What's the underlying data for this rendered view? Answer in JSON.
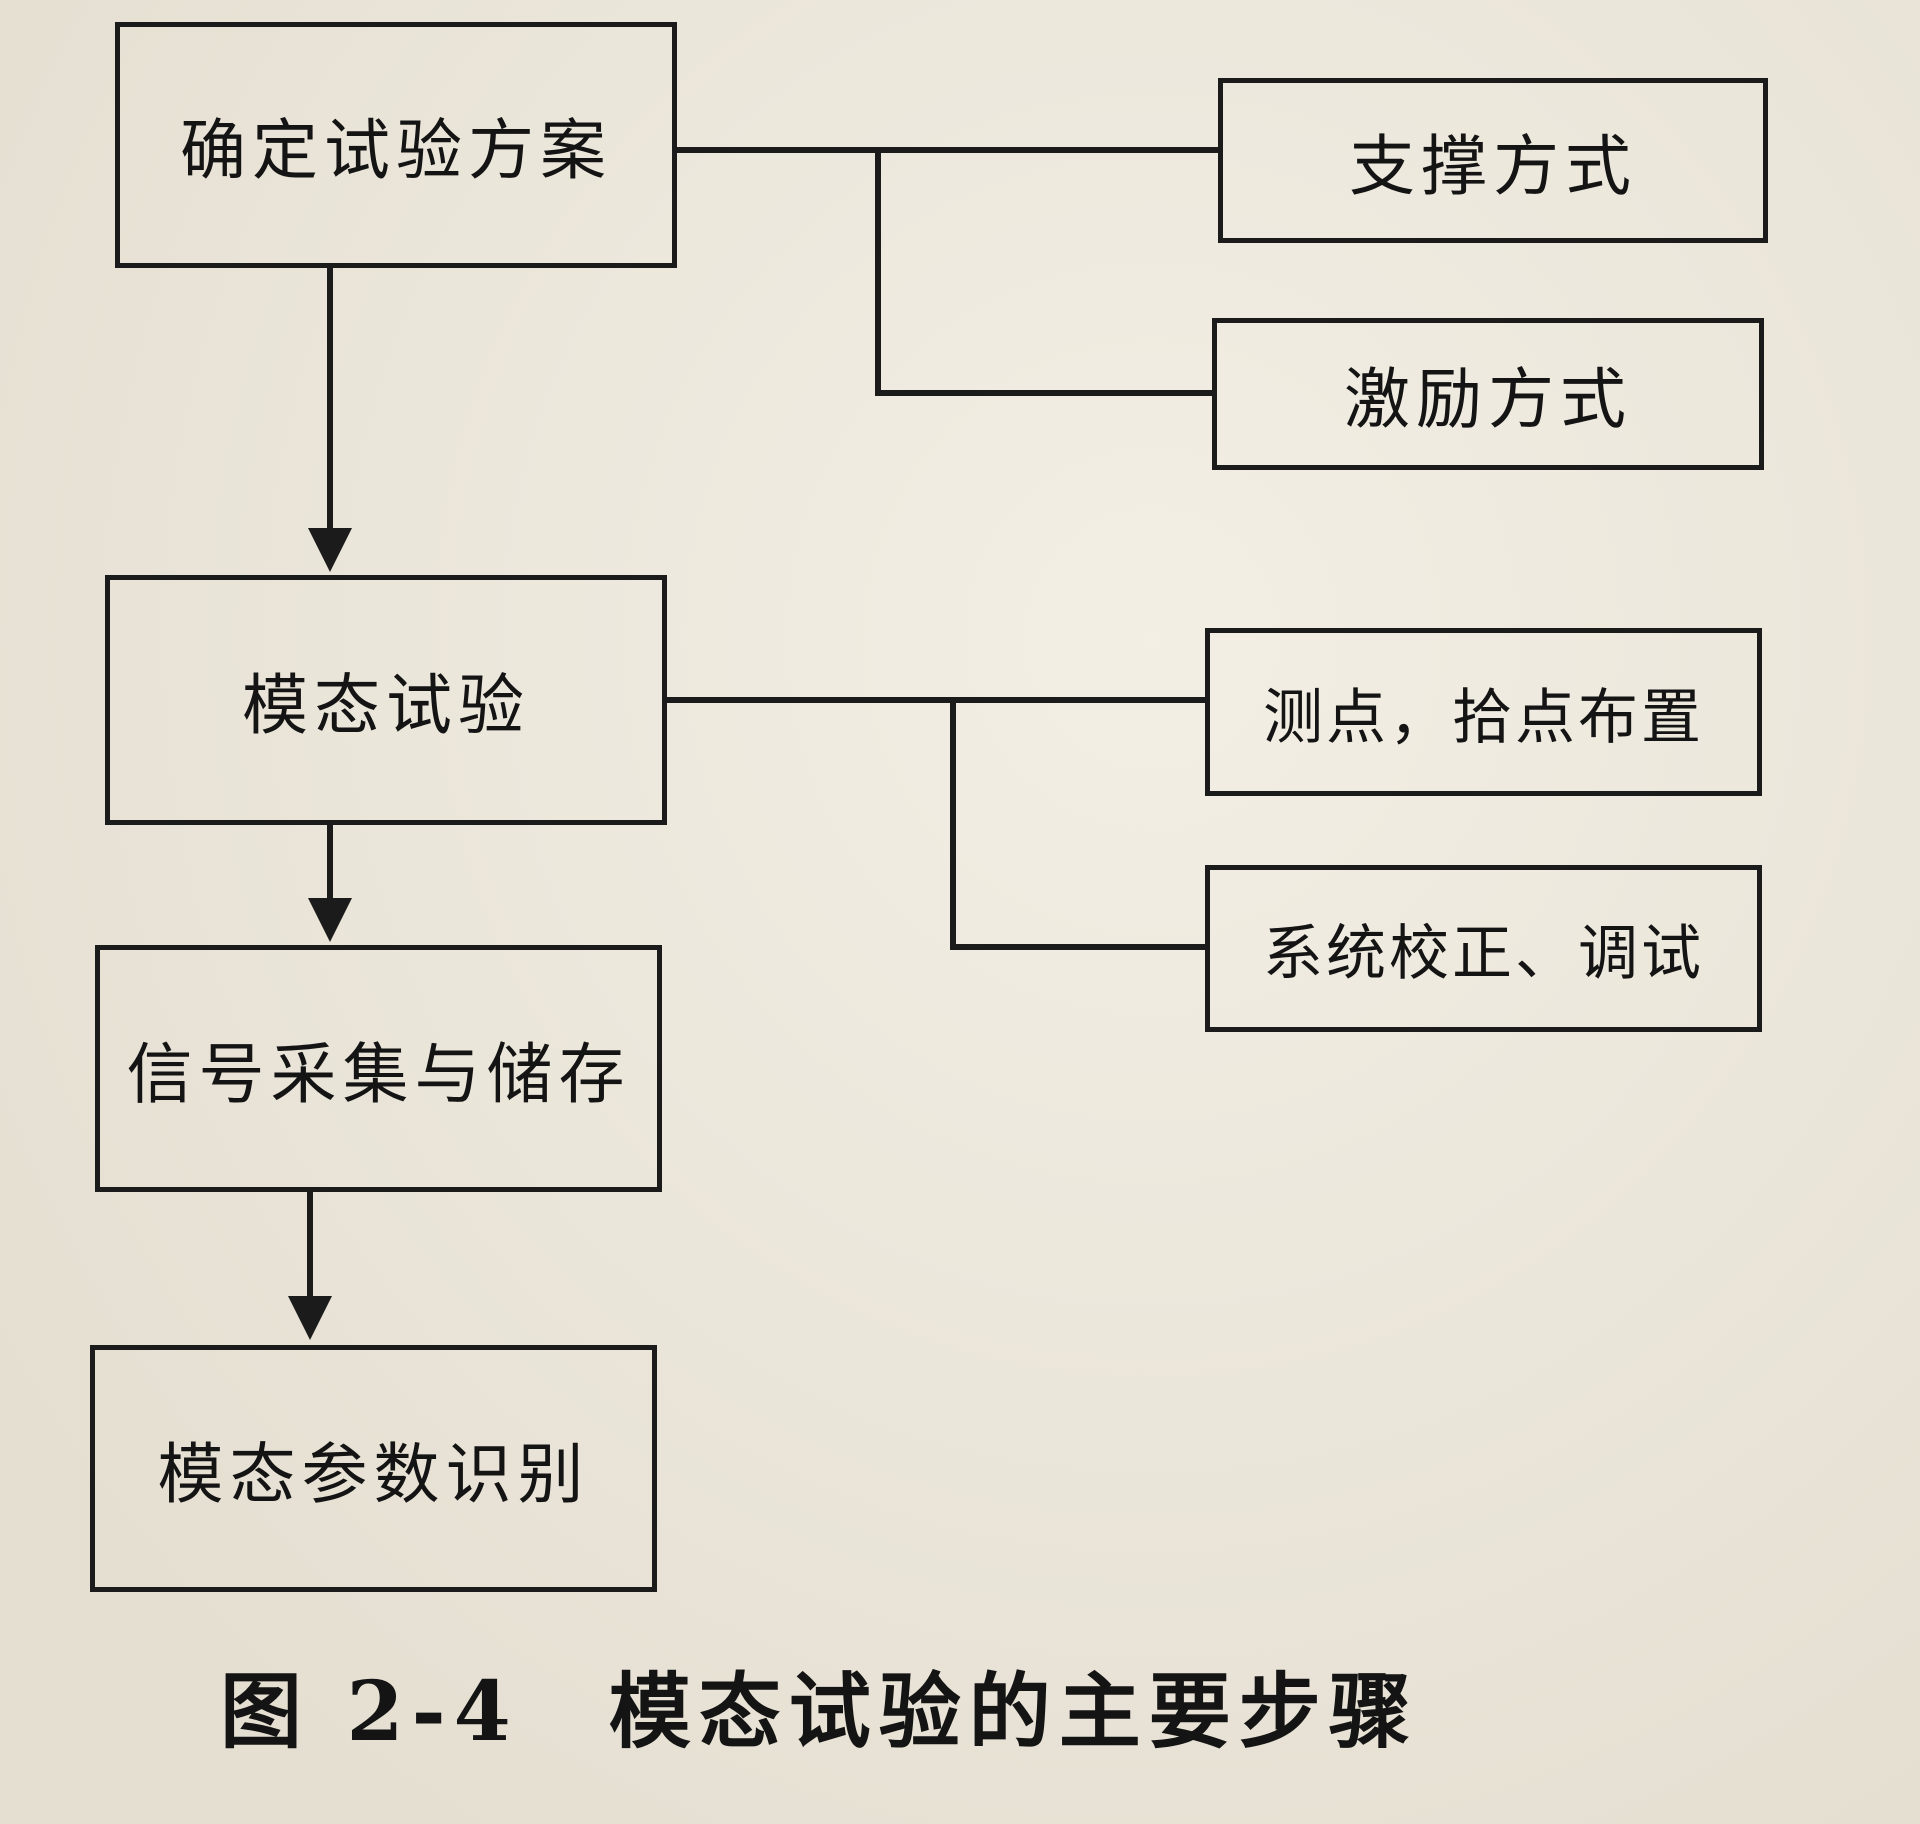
{
  "diagram": {
    "type": "flowchart",
    "caption": "图 2-4　模态试验的主要步骤",
    "colors": {
      "paper": "#ece6d8",
      "ink": "#1b1b1b"
    },
    "nodes": {
      "determine_plan": "确定试验方案",
      "support_method": "支撑方式",
      "excitation_method": "激励方式",
      "modal_test": "模态试验",
      "measurement_points": "测点，拾点布置",
      "system_calibration": "系统校正、调试",
      "signal_acquisition": "信号采集与储存",
      "modal_parameter_id": "模态参数识别"
    },
    "edges": [
      {
        "from": "determine_plan",
        "to": "support_method",
        "style": "line"
      },
      {
        "from": "determine_plan",
        "to": "excitation_method",
        "style": "line"
      },
      {
        "from": "determine_plan",
        "to": "modal_test",
        "style": "arrow"
      },
      {
        "from": "modal_test",
        "to": "measurement_points",
        "style": "line"
      },
      {
        "from": "modal_test",
        "to": "system_calibration",
        "style": "line"
      },
      {
        "from": "modal_test",
        "to": "signal_acquisition",
        "style": "arrow"
      },
      {
        "from": "signal_acquisition",
        "to": "modal_parameter_id",
        "style": "arrow"
      }
    ]
  }
}
